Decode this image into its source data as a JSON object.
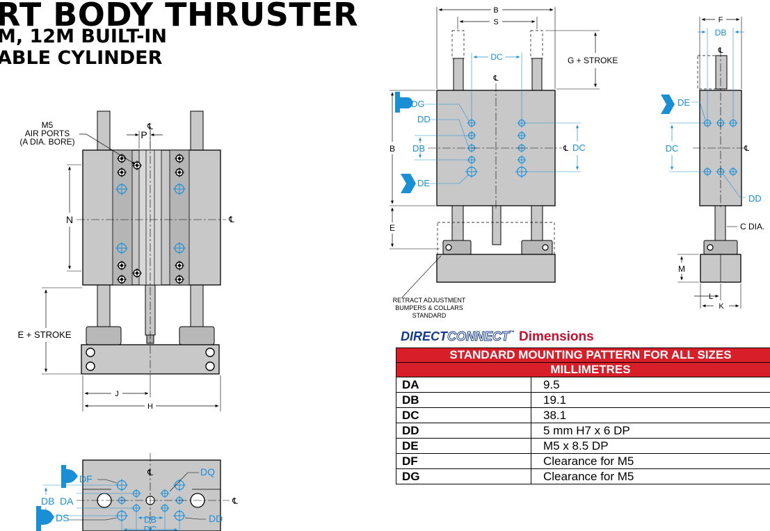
{
  "header": {
    "title_line1": "RT BODY THRUSTER",
    "title_line2": "M, 12M BUILT-IN",
    "title_line3": "ABLE CYLINDER"
  },
  "front_view": {
    "air_ports_label": [
      "M5",
      "AIR PORTS",
      "(A DIA. BORE)"
    ],
    "p": "P",
    "n": "N",
    "e_stroke": "E + STROKE",
    "j": "J",
    "h": "H",
    "cl": "℄"
  },
  "top_view": {
    "df": "DF",
    "dq": "DQ",
    "db": "DB",
    "da": "DA",
    "ds": "DS",
    "dd": "DD",
    "dc": "DC",
    "cl": "℄"
  },
  "side_view": {
    "b": "B",
    "s": "S",
    "dc": "DC",
    "g_stroke": "G + STROKE",
    "dg": "DG",
    "dd": "DD",
    "db": "DB",
    "de": "DE",
    "e": "E",
    "cl": "℄",
    "retract_note": [
      "RETRACT ADJUSTMENT",
      "BUMPERS & COLLARS",
      "STANDARD"
    ]
  },
  "end_view": {
    "f": "F",
    "db": "DB",
    "de": "DE",
    "dc": "DC",
    "dd": "DD",
    "c_dia": "C DIA.",
    "m": "M",
    "l": "L",
    "k": "K",
    "cl": "℄"
  },
  "brand": {
    "direct": "DIRECT",
    "connect": "CONNECT",
    "tm": "™",
    "dimensions": "Dimensions"
  },
  "colors": {
    "accent_blue": "#1a8fd6",
    "header_red": "#d81e28",
    "brand_navy": "#123a8f",
    "body_gray": "#c8c8c8"
  },
  "table": {
    "header1": "STANDARD MOUNTING PATTERN FOR ALL SIZES",
    "header2": "MILLIMETRES",
    "rows": [
      {
        "key": "DA",
        "value": "9.5"
      },
      {
        "key": "DB",
        "value": "19.1"
      },
      {
        "key": "DC",
        "value": "38.1"
      },
      {
        "key": "DD",
        "value": "5 mm H7 x 6 DP"
      },
      {
        "key": "DE",
        "value": "M5 x 8.5 DP"
      },
      {
        "key": "DF",
        "value": "Clearance for M5"
      },
      {
        "key": "DG",
        "value": "Clearance for M5"
      }
    ]
  }
}
